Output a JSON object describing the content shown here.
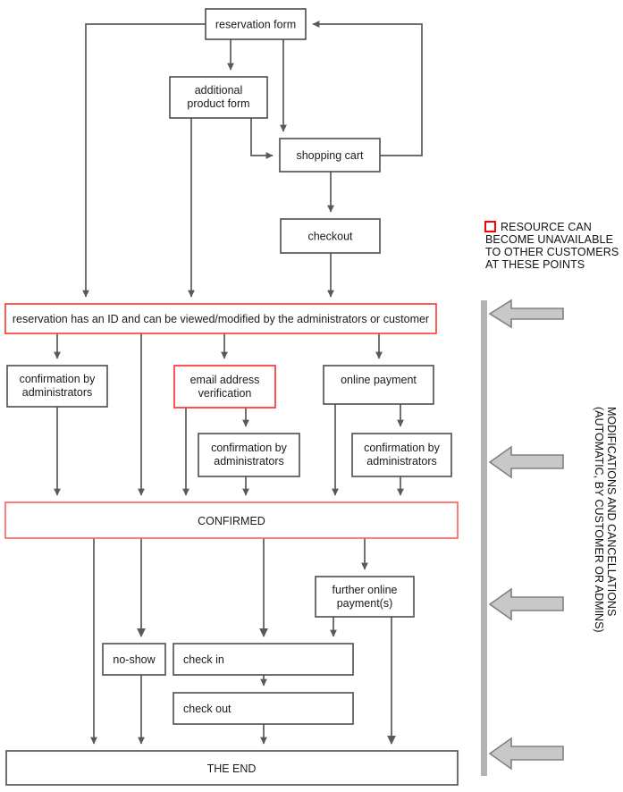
{
  "diagram": {
    "title": "reservation process flowchart",
    "colors": {
      "node_stroke": "#4d4d4d",
      "highlight_stroke": "#ff3333",
      "edge": "#595959",
      "gray_bar": "#b3b3b3",
      "gray_arrow_fill": "#c8c8c8",
      "gray_arrow_stroke": "#808080",
      "text": "#1a1a1a",
      "background": "#ffffff"
    },
    "nodes": [
      {
        "id": "reservation-form",
        "label": "reservation form",
        "label2": "",
        "highlight": false
      },
      {
        "id": "additional-product-form",
        "label": "additional",
        "label2": "product form",
        "highlight": false
      },
      {
        "id": "shopping-cart",
        "label": "shopping cart",
        "label2": "",
        "highlight": false
      },
      {
        "id": "checkout",
        "label": "checkout",
        "label2": "",
        "highlight": false
      },
      {
        "id": "reservation-id-bar",
        "label": "reservation has an ID and can be viewed/modified by the administrators or customer",
        "label2": "",
        "highlight": true
      },
      {
        "id": "confirmation-admins-1",
        "label": "confirmation by",
        "label2": "administrators",
        "highlight": false
      },
      {
        "id": "email-address-verification",
        "label": "email address",
        "label2": "verification",
        "highlight": true
      },
      {
        "id": "online-payment",
        "label": "online payment",
        "label2": "",
        "highlight": false
      },
      {
        "id": "confirmation-admins-2",
        "label": "confirmation by",
        "label2": "administrators",
        "highlight": false
      },
      {
        "id": "confirmation-admins-3",
        "label": "confirmation by",
        "label2": "administrators",
        "highlight": false
      },
      {
        "id": "confirmed-bar",
        "label": "CONFIRMED",
        "label2": "",
        "highlight": true
      },
      {
        "id": "further-online-payments",
        "label": "further online",
        "label2": "payment(s)",
        "highlight": false
      },
      {
        "id": "no-show",
        "label": "no-show",
        "label2": "",
        "highlight": false
      },
      {
        "id": "check-in",
        "label": "check in",
        "label2": "",
        "highlight": false
      },
      {
        "id": "check-out",
        "label": "check out",
        "label2": "",
        "highlight": false
      },
      {
        "id": "the-end",
        "label": "THE END",
        "label2": "",
        "highlight": false
      }
    ],
    "legend": {
      "swatch_name": "red-square-swatch",
      "lines": [
        "RESOURCE CAN",
        "BECOME UNAVAILABLE",
        "TO OTHER CUSTOMERS",
        "AT THESE POINTS"
      ]
    },
    "side_annotation": {
      "lines": [
        "MODIFICATIONS AND CANCELLATIONS",
        "(AUTOMATIC, BY CUSTOMER OR ADMINS)"
      ],
      "arrow_count": 4
    }
  }
}
